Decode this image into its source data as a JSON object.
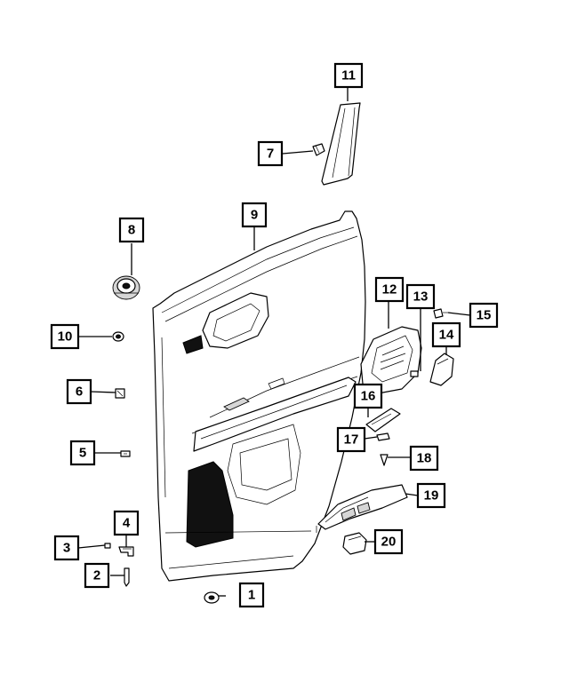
{
  "diagram": {
    "colors": {
      "line": "#000000",
      "background": "#ffffff",
      "shade": "#d6d6d6",
      "dark": "#111111"
    },
    "callouts": [
      {
        "id": "c1",
        "label": "1"
      },
      {
        "id": "c2",
        "label": "2"
      },
      {
        "id": "c3",
        "label": "3"
      },
      {
        "id": "c4",
        "label": "4"
      },
      {
        "id": "c5",
        "label": "5"
      },
      {
        "id": "c6",
        "label": "6"
      },
      {
        "id": "c7",
        "label": "7"
      },
      {
        "id": "c8",
        "label": "8"
      },
      {
        "id": "c9",
        "label": "9"
      },
      {
        "id": "c10",
        "label": "10"
      },
      {
        "id": "c11",
        "label": "11"
      },
      {
        "id": "c12",
        "label": "12"
      },
      {
        "id": "c13",
        "label": "13"
      },
      {
        "id": "c14",
        "label": "14"
      },
      {
        "id": "c15",
        "label": "15"
      },
      {
        "id": "c16",
        "label": "16"
      },
      {
        "id": "c17",
        "label": "17"
      },
      {
        "id": "c18",
        "label": "18"
      },
      {
        "id": "c19",
        "label": "19"
      },
      {
        "id": "c20",
        "label": "20"
      }
    ]
  }
}
